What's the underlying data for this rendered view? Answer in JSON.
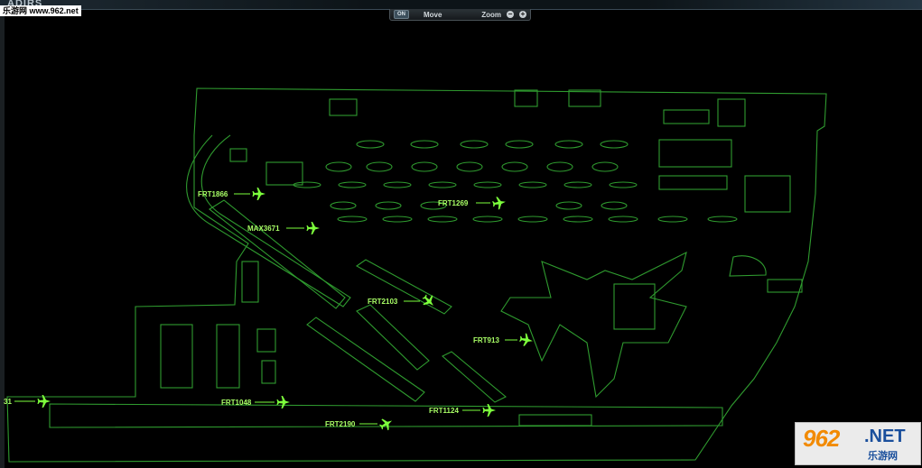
{
  "app": {
    "logo_text": "ADIRS"
  },
  "toolbar": {
    "toggle_label": "ON",
    "move_label": "Move",
    "zoom_label": "Zoom",
    "zoom_out": "−",
    "zoom_in": "+"
  },
  "colors": {
    "map_outline": "#2f9b2f",
    "aircraft": "#7dff3c",
    "flight_label": "#a9ff66",
    "background": "#000000"
  },
  "flights": [
    {
      "callsign": "FRT1866"
    },
    {
      "callsign": "FRT1269"
    },
    {
      "callsign": "MAX3671"
    },
    {
      "callsign": "FRT2103"
    },
    {
      "callsign": "FRT913"
    },
    {
      "callsign": "FRT1048"
    },
    {
      "callsign": "FRT1124"
    },
    {
      "callsign": "FRT2190"
    },
    {
      "callsign": "31"
    }
  ],
  "watermarks": {
    "top_left": "乐游网 www.962.net",
    "bottom_right_number": "962",
    "bottom_right_net": ".NET",
    "bottom_right_cn": "乐游网"
  }
}
